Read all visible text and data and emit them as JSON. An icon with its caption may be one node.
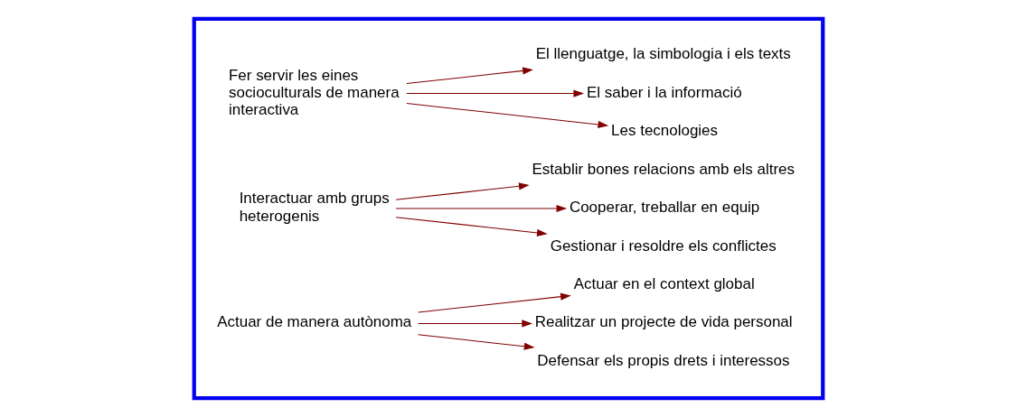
{
  "diagram": {
    "nodes": [
      {
        "text": [],
        "shape": "box"
      },
      {
        "text": [
          "Fer servir les eines socioculturals de manera interactiva"
        ],
        "in": 0
      },
      {
        "text": [
          "El llenguatge, la simbologia i els texts"
        ],
        "in": 0
      },
      {
        "text": [
          "El saber i la informació"
        ],
        "in": 0
      },
      {
        "text": [
          "Les tecnologies"
        ],
        "in": 0
      },
      {
        "text": [
          "Interactuar amb grups heterogenis"
        ],
        "in": 0
      },
      {
        "text": [
          "Establir bones relacions amb els altres"
        ],
        "in": 0
      },
      {
        "text": [
          "Cooperar, treballar en equip"
        ],
        "in": 0
      },
      {
        "text": [
          "Gestionar i resoldre els conflictes"
        ],
        "in": 0
      },
      {
        "text": [
          "Actuar de manera autònoma"
        ],
        "in": 0
      },
      {
        "text": [
          "Actuar en el context global"
        ],
        "in": 0
      },
      {
        "text": [
          "Realitzar un projecte de vida personal"
        ],
        "in": 0
      },
      {
        "text": [
          "Defensar els propis drets i interessos"
        ],
        "in": 0
      }
    ],
    "edges": [
      {
        "from": 1,
        "to": 2,
        "arrow": "to"
      },
      {
        "from": 1,
        "to": 3,
        "arrow": "to"
      },
      {
        "from": 1,
        "to": 4,
        "arrow": "to"
      },
      {
        "from": 5,
        "to": 6,
        "arrow": "to"
      },
      {
        "from": 5,
        "to": 7,
        "arrow": "to"
      },
      {
        "from": 5,
        "to": 8,
        "arrow": "to"
      },
      {
        "from": 9,
        "to": 10,
        "arrow": "to"
      },
      {
        "from": 9,
        "to": 11,
        "arrow": "to"
      },
      {
        "from": 9,
        "to": 12,
        "arrow": "to"
      }
    ]
  }
}
